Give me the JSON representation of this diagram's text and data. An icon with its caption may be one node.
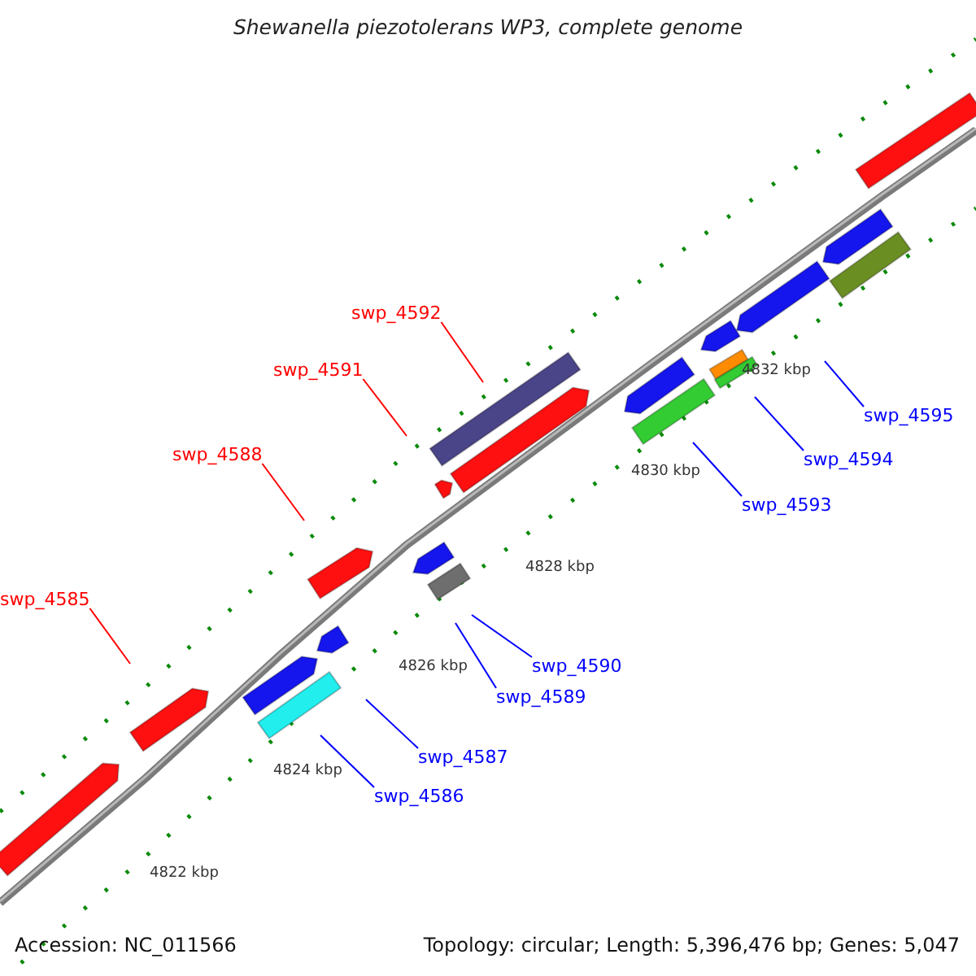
{
  "diagram": {
    "title": "Shewanella piezotolerans WP3, complete genome",
    "nodes": [
      {
        "text": [
          "swp_4592"
        ]
      },
      {
        "text": [
          "swp_4591"
        ]
      },
      {
        "text": [
          "swp_4595"
        ]
      },
      {
        "text": [
          "swp_4588"
        ]
      },
      {
        "text": [
          "swp_4594"
        ]
      },
      {
        "text": [
          "swp_4593"
        ]
      },
      {
        "text": [
          "swp_4585"
        ]
      },
      {
        "text": [
          "swp_4590"
        ]
      },
      {
        "text": [
          "swp_4589"
        ]
      },
      {
        "text": [
          "swp_4587"
        ]
      },
      {
        "text": [
          "swp_4586"
        ]
      }
    ],
    "edges": [
      {
        "from": 0,
        "to": null,
        "arrow": "none",
        "color": "#ff0000"
      },
      {
        "from": 1,
        "to": null,
        "arrow": "none",
        "color": "#ff0000"
      },
      {
        "from": 2,
        "to": null,
        "arrow": "none"
      },
      {
        "from": 3,
        "to": null,
        "arrow": "none",
        "color": "#ff0000"
      },
      {
        "from": 4,
        "to": null,
        "arrow": "none"
      },
      {
        "from": 5,
        "to": null,
        "arrow": "none"
      },
      {
        "from": 6,
        "to": null,
        "arrow": "none",
        "color": "#ff0000"
      },
      {
        "from": 7,
        "to": null,
        "arrow": "none"
      },
      {
        "from": 8,
        "to": null,
        "arrow": "none"
      },
      {
        "from": 9,
        "to": null,
        "arrow": "none"
      },
      {
        "from": 10,
        "to": null,
        "arrow": "none"
      }
    ],
    "labels": [
      "4832 kbp",
      "4830 kbp",
      "4828 kbp",
      "4826 kbp",
      "4824 kbp",
      "4822 kbp",
      "Accession: NC_011566",
      "Topology: circular; Length: 5,396,476 bp; Genes: 5,047"
    ]
  }
}
